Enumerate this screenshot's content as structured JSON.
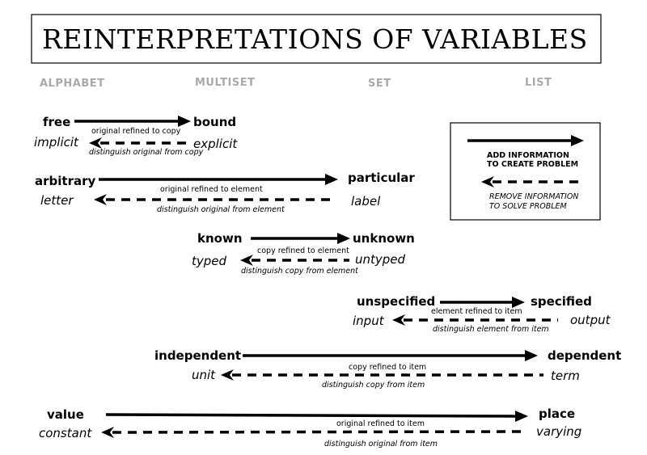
{
  "title": "REINTERPRETATIONS OF VARIABLES",
  "columns": [
    "ALPHABET",
    "MULTISET",
    "SET",
    "LIST"
  ],
  "rows": [
    {
      "from": "free",
      "to": "bound",
      "refine_label": "original refined to copy",
      "back_from": "implicit",
      "back_to": "explicit",
      "distinguish_label": "distinguish original from copy"
    },
    {
      "from": "arbitrary",
      "to": "particular",
      "refine_label": "original refined to element",
      "back_from": "letter",
      "back_to": "label",
      "distinguish_label": "distinguish original from element"
    },
    {
      "from": "known",
      "to": "unknown",
      "refine_label": "copy refined to element",
      "back_from": "typed",
      "back_to": "untyped",
      "distinguish_label": "distinguish copy from element"
    },
    {
      "from": "unspecified",
      "to": "specified",
      "refine_label": "element refined to item",
      "back_from": "input",
      "back_to": "output",
      "distinguish_label": "distinguish element from item"
    },
    {
      "from": "independent",
      "to": "dependent",
      "refine_label": "copy refined to item",
      "back_from": "unit",
      "back_to": "term",
      "distinguish_label": "distinguish copy from item"
    },
    {
      "from": "value",
      "to": "place",
      "refine_label": "original refined to item",
      "back_from": "constant",
      "back_to": "varying",
      "distinguish_label": "distinguish original from item"
    }
  ],
  "legend": {
    "add_line1": "ADD INFORMATION",
    "add_line2": "TO CREATE PROBLEM",
    "remove_line1": "REMOVE INFORMATION",
    "remove_line2": "TO SOLVE PROBLEM"
  }
}
